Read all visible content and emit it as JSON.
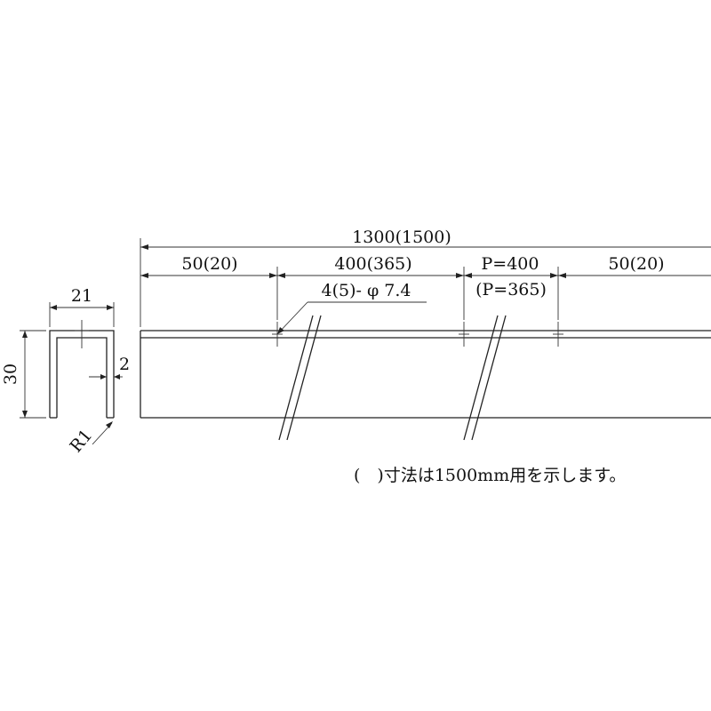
{
  "profile": {
    "width": "21",
    "height": "30",
    "thickness": "2",
    "radius": "R1"
  },
  "channel": {
    "overall_length": "1300(1500)",
    "left_end": "50(20)",
    "first_pitch": "400(365)",
    "pitch": "P=400",
    "pitch_alt": "(P=365)",
    "right_end": "50(20)",
    "holes": "4(5)- φ 7.4"
  },
  "note": "(　)寸法は1500mm用を示します。"
}
